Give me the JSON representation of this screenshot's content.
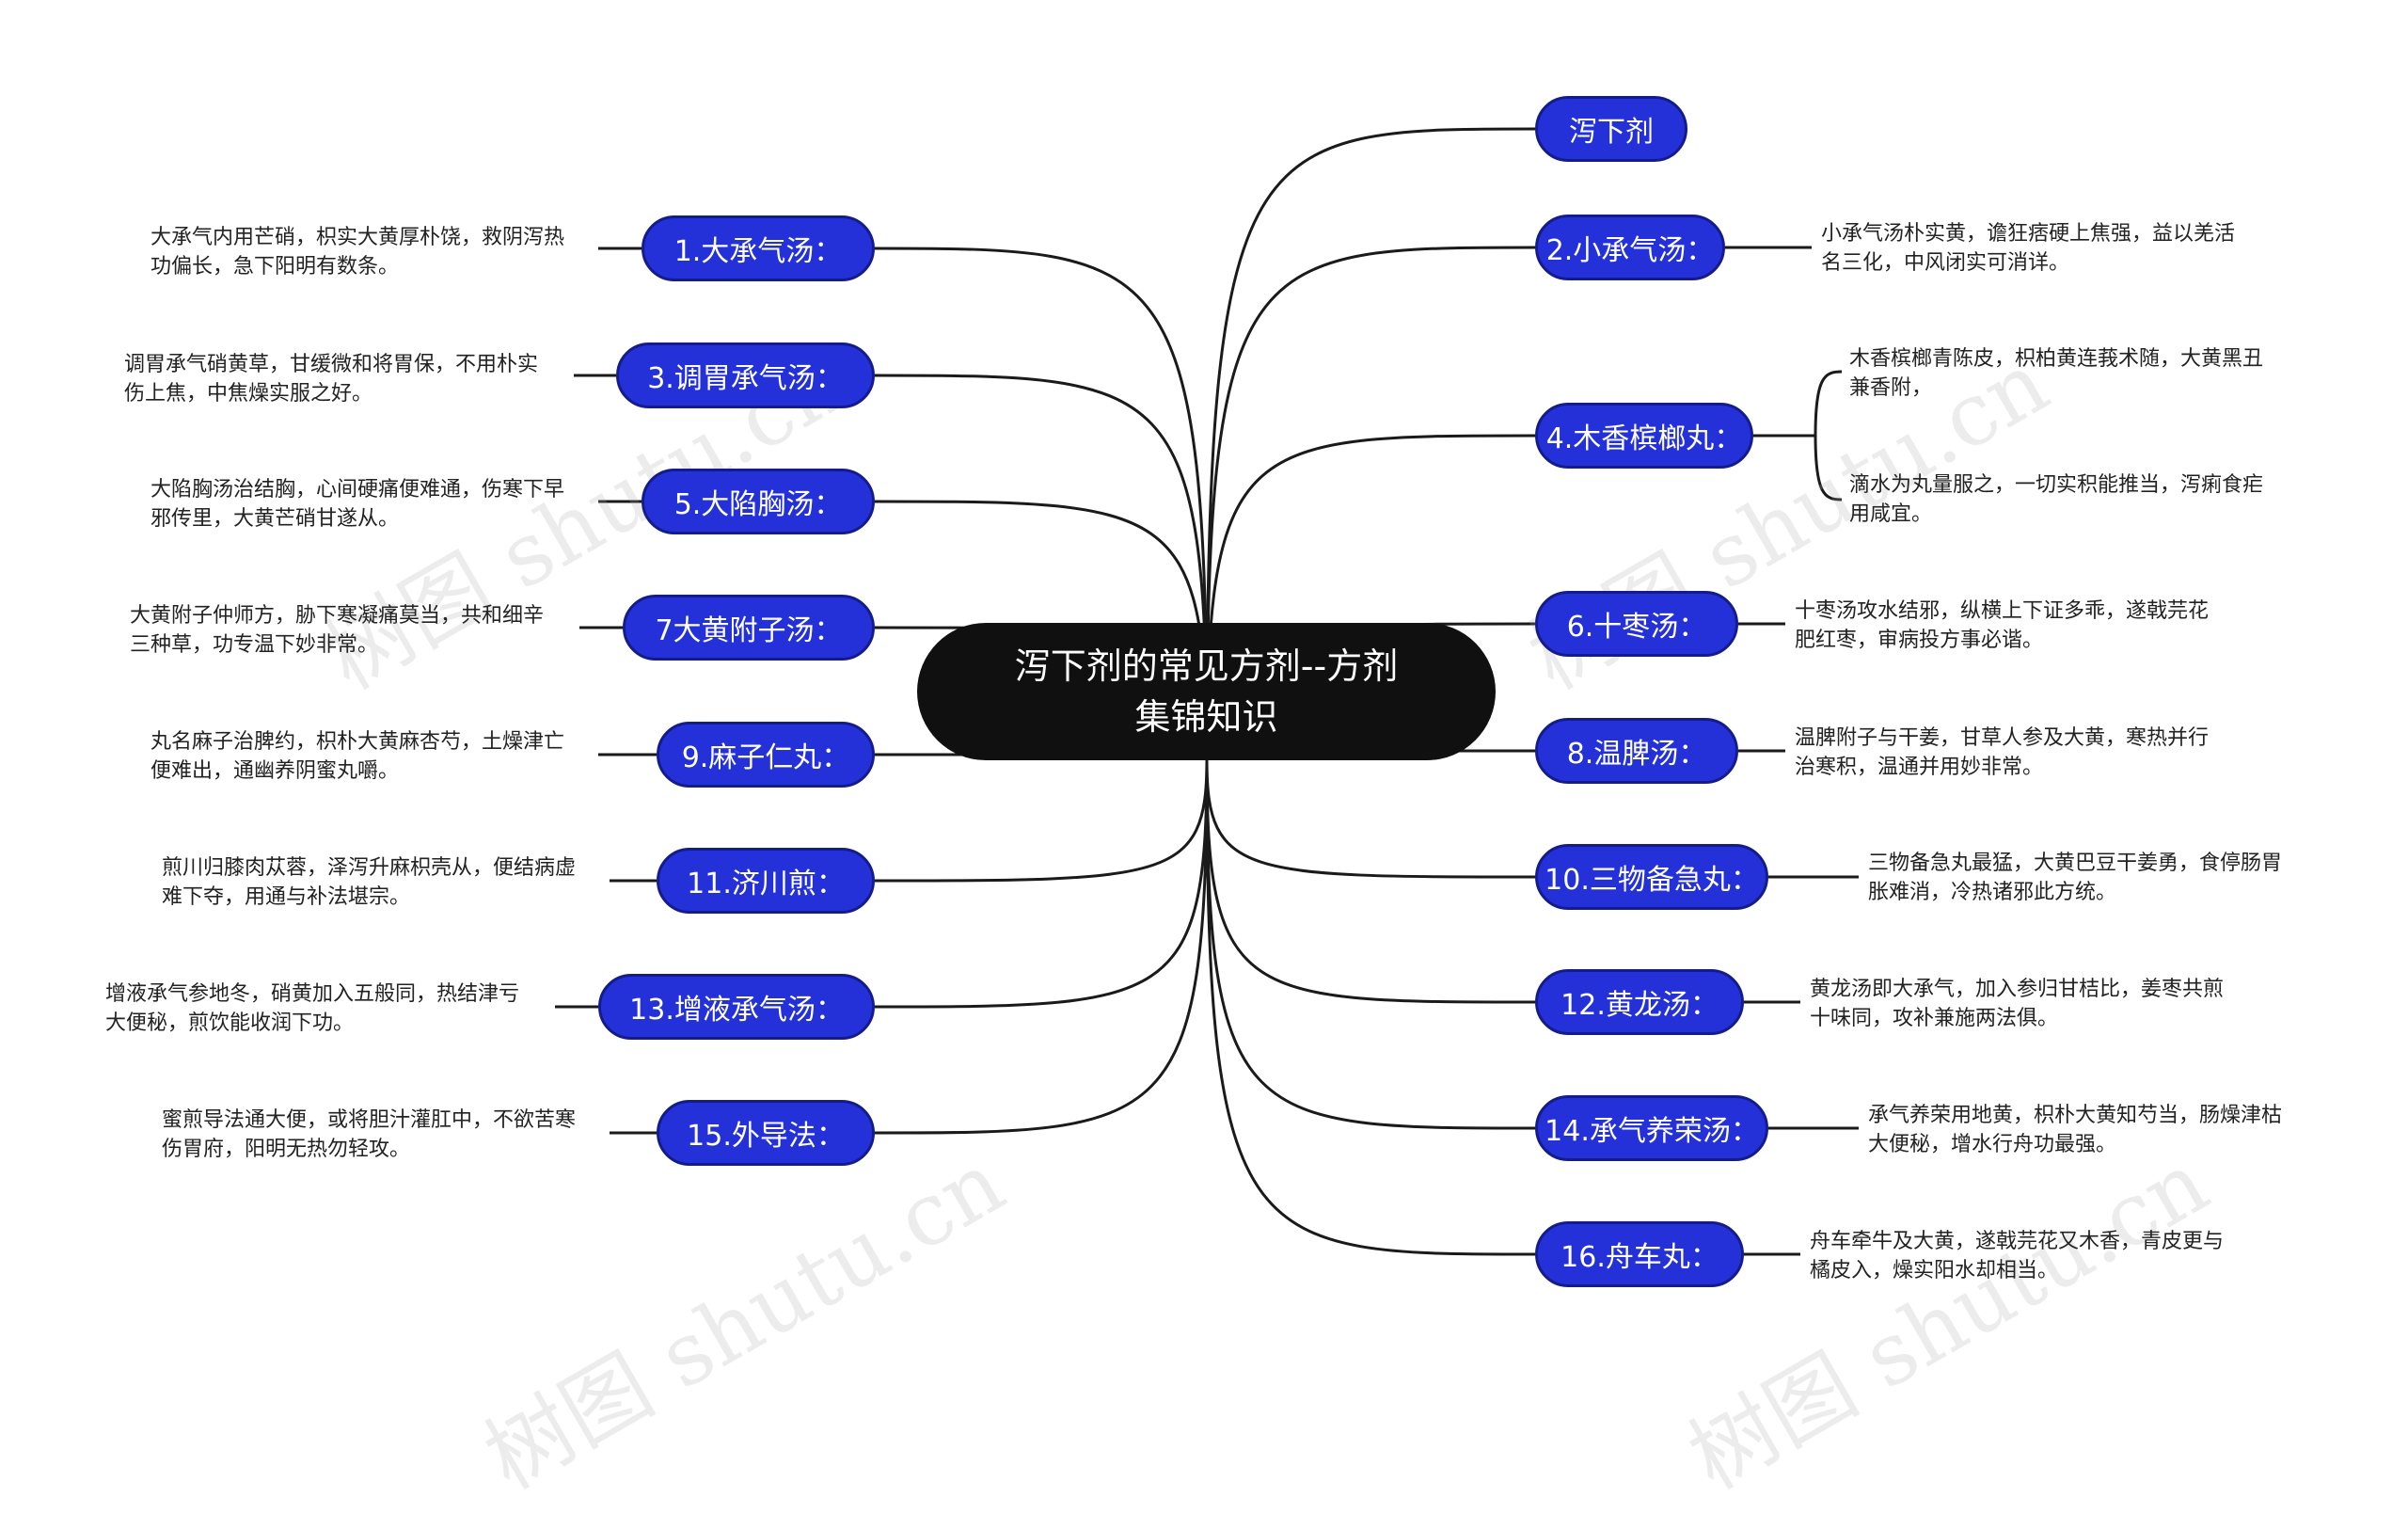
{
  "center": {
    "title_line1": "泻下剂的常见方剂--方剂",
    "title_line2": "集锦知识"
  },
  "nodes": {
    "n0": "泻下剂",
    "n1": "1.大承气汤：",
    "n2": "2.小承气汤：",
    "n3": "3.调胃承气汤：",
    "n4": "4.木香槟榔丸：",
    "n5": "5.大陷胸汤：",
    "n6": "6.十枣汤：",
    "n7": "7大黄附子汤：",
    "n8": "8.温脾汤：",
    "n9": "9.麻子仁丸：",
    "n10": "10.三物备急丸：",
    "n11": "11.济川煎：",
    "n12": "12.黄龙汤：",
    "n13": "13.增液承气汤：",
    "n14": "14.承气养荣汤：",
    "n15": "15.外导法：",
    "n16": "16.舟车丸："
  },
  "leaves": {
    "l1": [
      "大承气内用芒硝，枳实大黄厚朴饶，救阴泻热",
      "功偏长，急下阳明有数条。"
    ],
    "l2": [
      "小承气汤朴实黄，谵狂痞硬上焦强，益以羌活",
      "名三化，中风闭实可消详。"
    ],
    "l3": [
      "调胃承气硝黄草，甘缓微和将胃保，不用朴实",
      "伤上焦，中焦燥实服之好。"
    ],
    "l4a": [
      "木香槟榔青陈皮，枳柏黄连莪术随，大黄黑丑",
      "兼香附，"
    ],
    "l4b": [
      "滴水为丸量服之，一切实积能推当，泻痢食疟",
      "用咸宜。"
    ],
    "l5": [
      "大陷胸汤治结胸，心间硬痛便难通，伤寒下早",
      "邪传里，大黄芒硝甘遂从。"
    ],
    "l6": [
      "十枣汤攻水结邪，纵横上下证多乖，遂戟芫花",
      "肥红枣，审病投方事必谐。"
    ],
    "l7": [
      "大黄附子仲师方，胁下寒凝痛莫当，共和细辛",
      "三种草，功专温下妙非常。"
    ],
    "l8": [
      "温脾附子与干姜，甘草人参及大黄，寒热并行",
      "治寒积，温通并用妙非常。"
    ],
    "l9": [
      "丸名麻子治脾约，枳朴大黄麻杏芍，土燥津亡",
      "便难出，通幽养阴蜜丸嚼。"
    ],
    "l10": [
      "三物备急丸最猛，大黄巴豆干姜勇，食停肠胃",
      "胀难消，冷热诸邪此方统。"
    ],
    "l11": [
      "煎川归膝肉苁蓉，泽泻升麻枳壳从，便结病虚",
      "难下夺，用通与补法堪宗。"
    ],
    "l12": [
      "黄龙汤即大承气，加入参归甘桔比，姜枣共煎",
      "十味同，攻补兼施两法俱。"
    ],
    "l13": [
      "增液承气参地冬，硝黄加入五般同，热结津亏",
      "大便秘，煎饮能收润下功。"
    ],
    "l14": [
      "承气养荣用地黄，枳朴大黄知芍当，肠燥津枯",
      "大便秘，增水行舟功最强。"
    ],
    "l15": [
      "蜜煎导法通大便，或将胆汁灌肛中，不欲苦寒",
      "伤胃府，阳明无热勿轻攻。"
    ],
    "l16": [
      "舟车牵牛及大黄，遂戟芫花又木香，青皮更与",
      "橘皮入，燥实阳水却相当。"
    ]
  },
  "watermark": "树图 shutu.cn",
  "colors": {
    "center_bg": "#101010",
    "node_bg": "#2431d8",
    "node_border": "#141c8c",
    "edge": "#1a1a1a"
  }
}
